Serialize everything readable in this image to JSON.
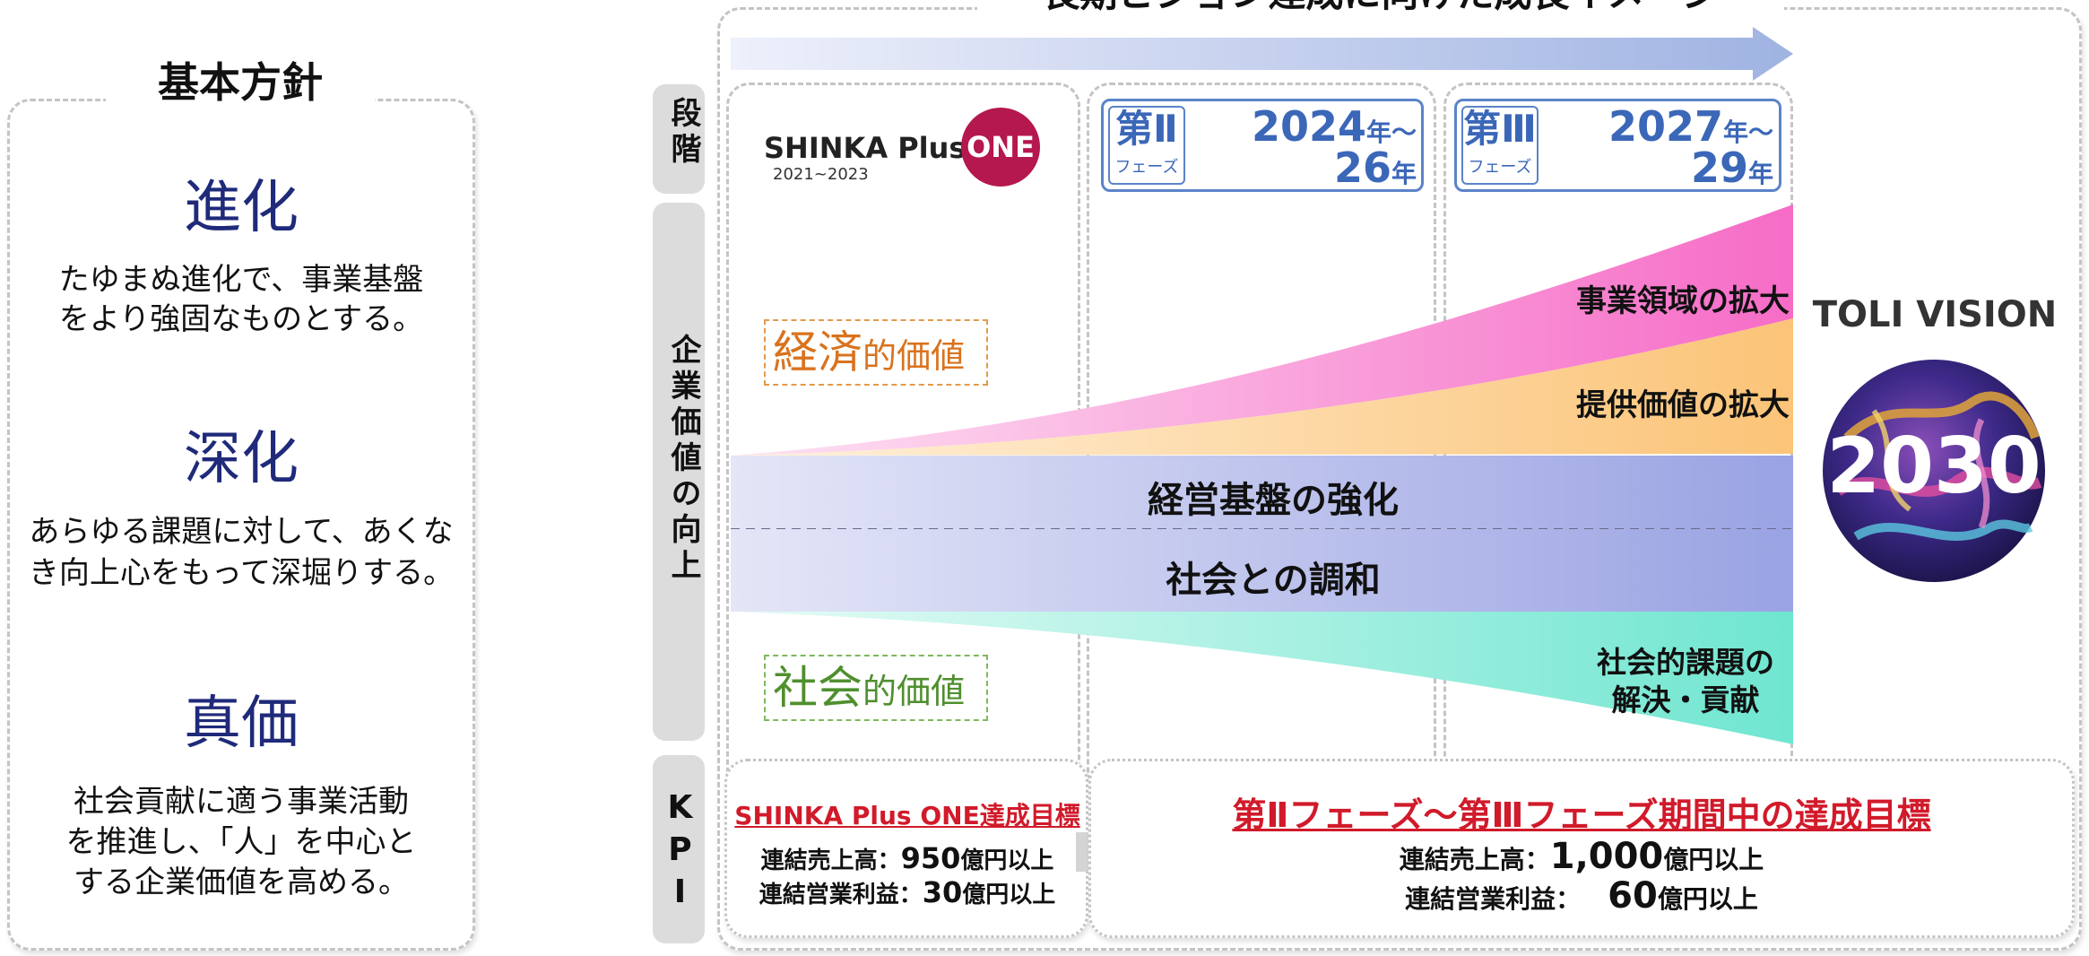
{
  "left": {
    "title": "基本方針",
    "principles": [
      {
        "heading": "進化",
        "line1": "たゆまぬ進化で、事業基盤",
        "line2": "をより強固なものとする。",
        "line3": ""
      },
      {
        "heading": "深化",
        "line1": "あらゆる課題に対して、あくな",
        "line2": "き向上心をもって深堀りする。",
        "line3": ""
      },
      {
        "heading": "真価",
        "line1": "社会貢献に適う事業活動",
        "line2": "を推進し、「人」を中心と",
        "line3": "する企業価値を高める。"
      }
    ]
  },
  "right": {
    "title": "長期ビジョン達成に向けた成長イメージ",
    "row_labels": {
      "stage": "段階",
      "value": "企業価値の向上",
      "kpi": "KPI"
    },
    "phase1": {
      "brand": "SHINKA Plus",
      "brand_badge": "ONE",
      "period": "2021~2023"
    },
    "phase2": {
      "label_main": "第Ⅱ",
      "label_sub": "フェーズ",
      "year_start": "2024",
      "year_start_unit": "年〜",
      "year_end": "26",
      "year_end_unit": "年"
    },
    "phase3": {
      "label_main": "第Ⅲ",
      "label_sub": "フェーズ",
      "year_start": "2027",
      "year_start_unit": "年〜",
      "year_end": "29",
      "year_end_unit": "年"
    },
    "economic_value": {
      "prefix": "経済",
      "suffix": "的価値"
    },
    "social_value": {
      "prefix": "社会",
      "suffix": "的価値"
    },
    "bands": {
      "business_expansion": "事業領域の拡大",
      "value_expansion": "提供価値の拡大",
      "management": "経営基盤の強化",
      "harmony": "社会との調和",
      "social_line1": "社会的課題の",
      "social_line2": "解決・貢献"
    },
    "vision": {
      "title": "TOLI VISION",
      "year": "2030"
    },
    "kpi1": {
      "title": "SHINKA Plus ONE達成目標",
      "l1_label": "連結売上高：",
      "l1_value": "950",
      "l1_unit": "億円以上",
      "l2_label": "連結営業利益：",
      "l2_value": "30",
      "l2_unit": "億円以上"
    },
    "kpi2": {
      "title": "第Ⅱフェーズ〜第Ⅲフェーズ期間中の達成目標",
      "l1_label": "連結売上高：",
      "l1_value": "1,000",
      "l1_unit": "億円以上",
      "l2_label": "連結営業利益：",
      "l2_value": "60",
      "l2_unit": "億円以上"
    }
  },
  "colors": {
    "navy": "#1f2a7a",
    "blue": "#3b67b8",
    "orange": "#d9731e",
    "green": "#4f8f2e",
    "red": "#d11a2a",
    "pink": "#f06bc4",
    "peach": "#fbc57a",
    "lavender": "#a9b1e8",
    "mint": "#7ee8d3"
  }
}
